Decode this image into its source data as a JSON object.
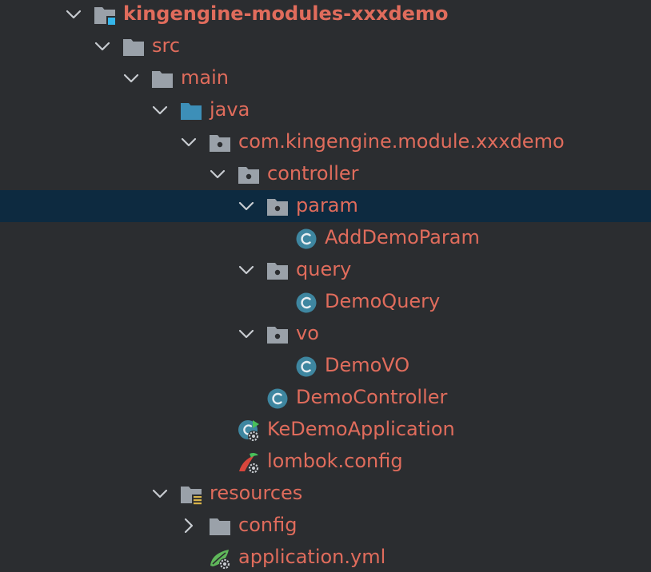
{
  "tree": {
    "rows": [
      {
        "label": "kingengine-modules-xxxdemo",
        "chevron": "down",
        "icon": "module-folder-icon",
        "bold": true
      },
      {
        "label": "src",
        "chevron": "down",
        "icon": "folder-icon"
      },
      {
        "label": "main",
        "chevron": "down",
        "icon": "folder-icon"
      },
      {
        "label": "java",
        "chevron": "down",
        "icon": "source-root-folder-icon"
      },
      {
        "label": "com.kingengine.module.xxxdemo",
        "chevron": "down",
        "icon": "package-icon"
      },
      {
        "label": "controller",
        "chevron": "down",
        "icon": "package-icon"
      },
      {
        "label": "param",
        "chevron": "down",
        "icon": "package-icon",
        "selected": true
      },
      {
        "label": "AddDemoParam",
        "chevron": "none",
        "icon": "java-class-icon"
      },
      {
        "label": "query",
        "chevron": "down",
        "icon": "package-icon"
      },
      {
        "label": "DemoQuery",
        "chevron": "none",
        "icon": "java-class-icon"
      },
      {
        "label": "vo",
        "chevron": "down",
        "icon": "package-icon"
      },
      {
        "label": "DemoVO",
        "chevron": "none",
        "icon": "java-class-icon"
      },
      {
        "label": "DemoController",
        "chevron": "none",
        "icon": "java-class-icon"
      },
      {
        "label": "KeDemoApplication",
        "chevron": "none",
        "icon": "spring-boot-app-icon"
      },
      {
        "label": "lombok.config",
        "chevron": "none",
        "icon": "lombok-config-icon"
      },
      {
        "label": "resources",
        "chevron": "down",
        "icon": "resources-folder-icon"
      },
      {
        "label": "config",
        "chevron": "right",
        "icon": "folder-icon"
      },
      {
        "label": "application.yml",
        "chevron": "none",
        "icon": "spring-yml-icon"
      }
    ]
  },
  "colors": {
    "background": "#2b2d30",
    "selection": "#0d2a40",
    "label": "#e06c5c",
    "folder": "#9aa1a9",
    "source_root": "#3d8fb8",
    "class_badge": "#3e86a0",
    "chevron": "#c8ccd1"
  }
}
